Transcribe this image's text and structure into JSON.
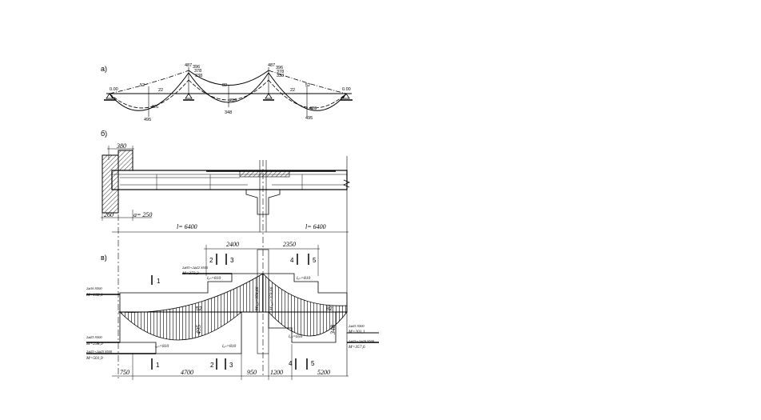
{
  "panels": {
    "a": "а)",
    "b": "б)",
    "v": "в)"
  },
  "panel_a": {
    "support_left": "0.00",
    "support_right": "0.00",
    "neg_left_1": "52",
    "neg_left_2": "22",
    "neg_mid": "82",
    "neg_right_2": "22",
    "neg_right_1": "52",
    "pos_left_1": "426",
    "pos_left_2": "495",
    "pos_mid_1": "289",
    "pos_mid_2": "348",
    "pos_right_1": "426",
    "pos_right_2": "495",
    "sup_l_1": "487",
    "sup_l_2": "396",
    "sup_l_3": "378",
    "sup_l_4": "338",
    "sup_r_1": "487",
    "sup_r_2": "396",
    "sup_r_3": "378",
    "sup_r_4": "338"
  },
  "panel_b": {
    "dim_380": "380",
    "dim_260": "260",
    "dim_a": "a= 250",
    "span_left": "l= 6400",
    "span_right": "l= 6400"
  },
  "panel_v": {
    "dim_2400": "2400",
    "dim_2350": "2350",
    "sec_1_top": "1",
    "sec_2_top": "2",
    "sec_3_top": "3",
    "sec_4_top": "4",
    "sec_5_top": "5",
    "sec_1_bot": "1",
    "sec_2_bot": "2",
    "sec_3_bot": "3",
    "sec_4_bot": "4",
    "sec_5_bot": "5",
    "ann_top_rebar": "2⌀35+2⌀22 S500",
    "ann_top_m": "M=373,3",
    "lan_top_left": "lₐₙ=810",
    "lan_top_right": "lₐₙ=810",
    "ann_left_rebar": "2⌀16 S500",
    "ann_left_m": "M=132,1",
    "ann_bot_rebar1": "2⌀25 S500",
    "ann_bot_m1": "M=298,9",
    "ann_bot_rebar2": "2⌀25+2⌀25 S500",
    "ann_bot_m2": "M=501,9",
    "m_sup_left": "Mₛᵤₚ=358,66",
    "m_sup_right": "Mₛᵤₚ=358,66",
    "val_52": "52",
    "val_495": "495",
    "val_82": "82",
    "val_348": "348",
    "lan_bot_1": "lₐₙ=810",
    "lan_bot_2": "lₐₙ=810",
    "lan_bot_3": "lₐₙ=650",
    "ann_right_rebar1": "2⌀25 S500",
    "ann_right_m1": "M=201,1",
    "ann_right_rebar2": "2⌀25+2⌀20 S500",
    "ann_right_m2": "M=357,6",
    "dim_750": "750",
    "dim_4700": "4700",
    "dim_950": "950",
    "dim_1200": "1200",
    "dim_5200": "5200"
  }
}
